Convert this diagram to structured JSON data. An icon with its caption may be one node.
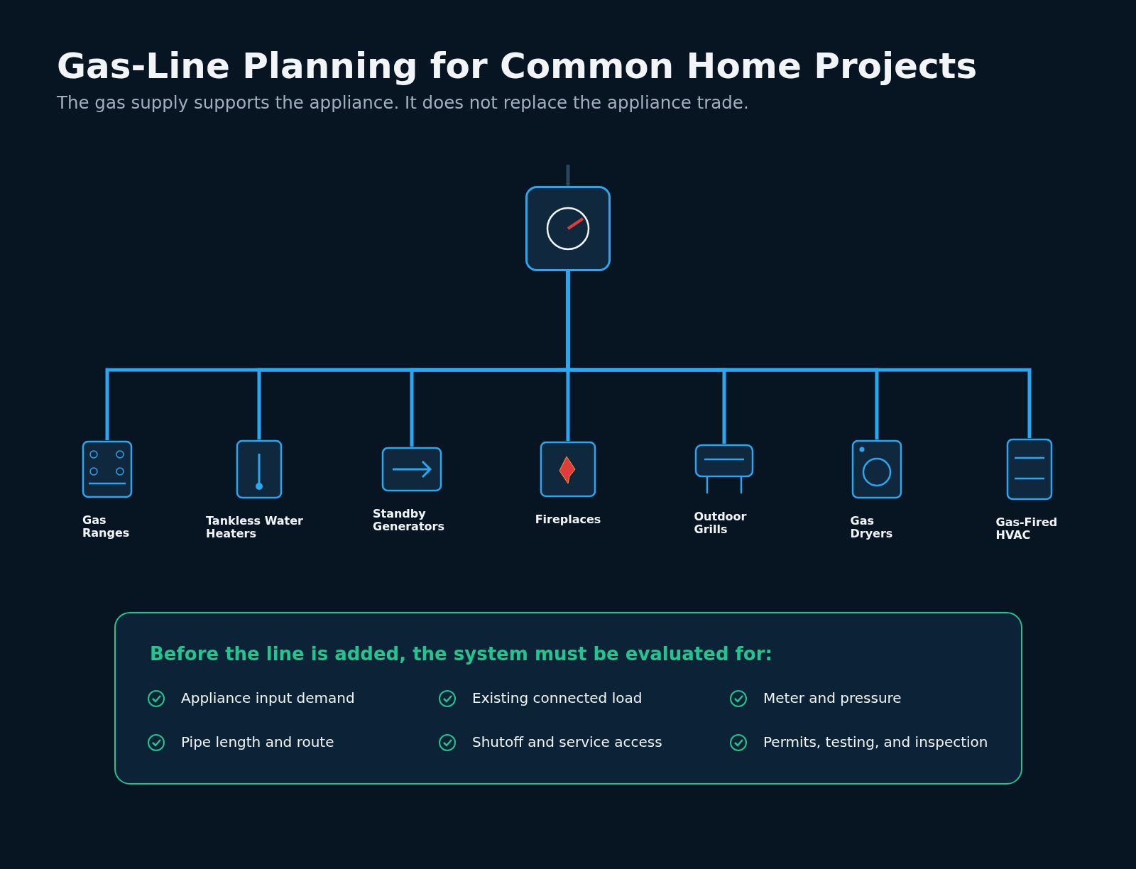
{
  "diagram": {
    "title": "Gas-Line Planning for Common Home Projects",
    "caption": "The gas supply supports the appliance. It does not replace the appliance trade.",
    "nodes": [
      {
        "text": [],
        "shape": "box"
      },
      {
        "text": [
          "Gas Ranges"
        ]
      },
      {
        "text": [
          "Tankless Water Heaters"
        ]
      },
      {
        "text": [
          "Standby Generators"
        ]
      },
      {
        "text": [
          "Fireplaces"
        ]
      },
      {
        "text": [
          "Outdoor Grills"
        ]
      },
      {
        "text": [
          "Gas Dryers"
        ]
      },
      {
        "text": [
          "Gas-Fired HVAC"
        ]
      },
      {
        "text": [
          "Before the line is added, the system must be evaluated for:",
          "Appliance input demand",
          "Existing connected load",
          "Meter and pressure",
          "Pipe length and route",
          "Shutoff and service access",
          "Permits, testing, and inspection"
        ]
      }
    ],
    "edges": [
      {
        "from": null,
        "to": 0,
        "arrow": "none",
        "color": "#2c445a"
      },
      {
        "from": 0,
        "to": 1,
        "arrow": "none"
      },
      {
        "from": 0,
        "to": 2,
        "arrow": "none"
      },
      {
        "from": 0,
        "to": 3,
        "arrow": "none"
      },
      {
        "from": 0,
        "to": 4,
        "arrow": "none"
      },
      {
        "from": 0,
        "to": 5,
        "arrow": "none"
      },
      {
        "from": 0,
        "to": 6,
        "arrow": "none"
      },
      {
        "from": 0,
        "to": 7,
        "arrow": "none"
      }
    ]
  }
}
